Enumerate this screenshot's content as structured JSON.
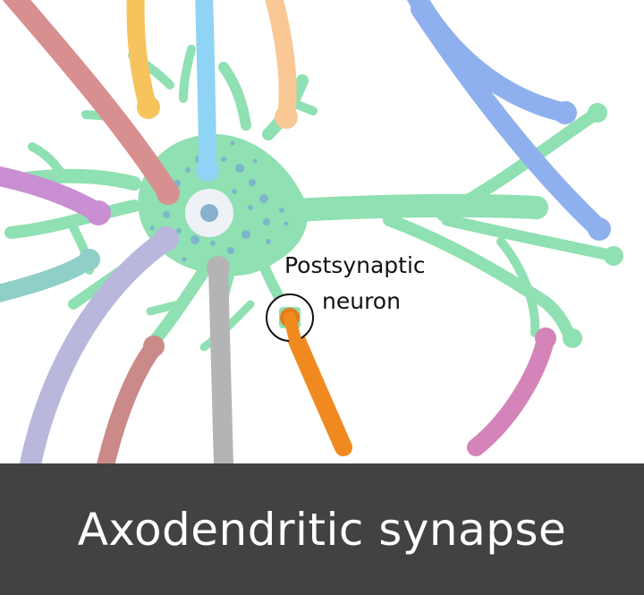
{
  "diagram": {
    "label_line1": "Postsynaptic",
    "label_line2": "neuron",
    "caption": "Axodendritic synapse"
  },
  "colors": {
    "neuron": "#8fe0b2",
    "nucleus_ring": "#eef2f7",
    "nucleus": "#8ab0d0",
    "granules": "#7aaed0",
    "caption_bar": "#424242",
    "caption_text": "#ffffff",
    "axon_red": "#d88f8f",
    "axon_yellow": "#f6c35c",
    "axon_lightblue": "#8fd3f5",
    "axon_peach": "#f9c894",
    "axon_purple": "#c98fd2",
    "axon_teal": "#8fcfc8",
    "axon_lavender": "#b9b7dc",
    "axon_rose": "#c98a88",
    "axon_gray": "#b4b4b4",
    "axon_orange": "#f08a20",
    "axon_blue": "#8fb0ef",
    "axon_pink": "#d484b8"
  }
}
